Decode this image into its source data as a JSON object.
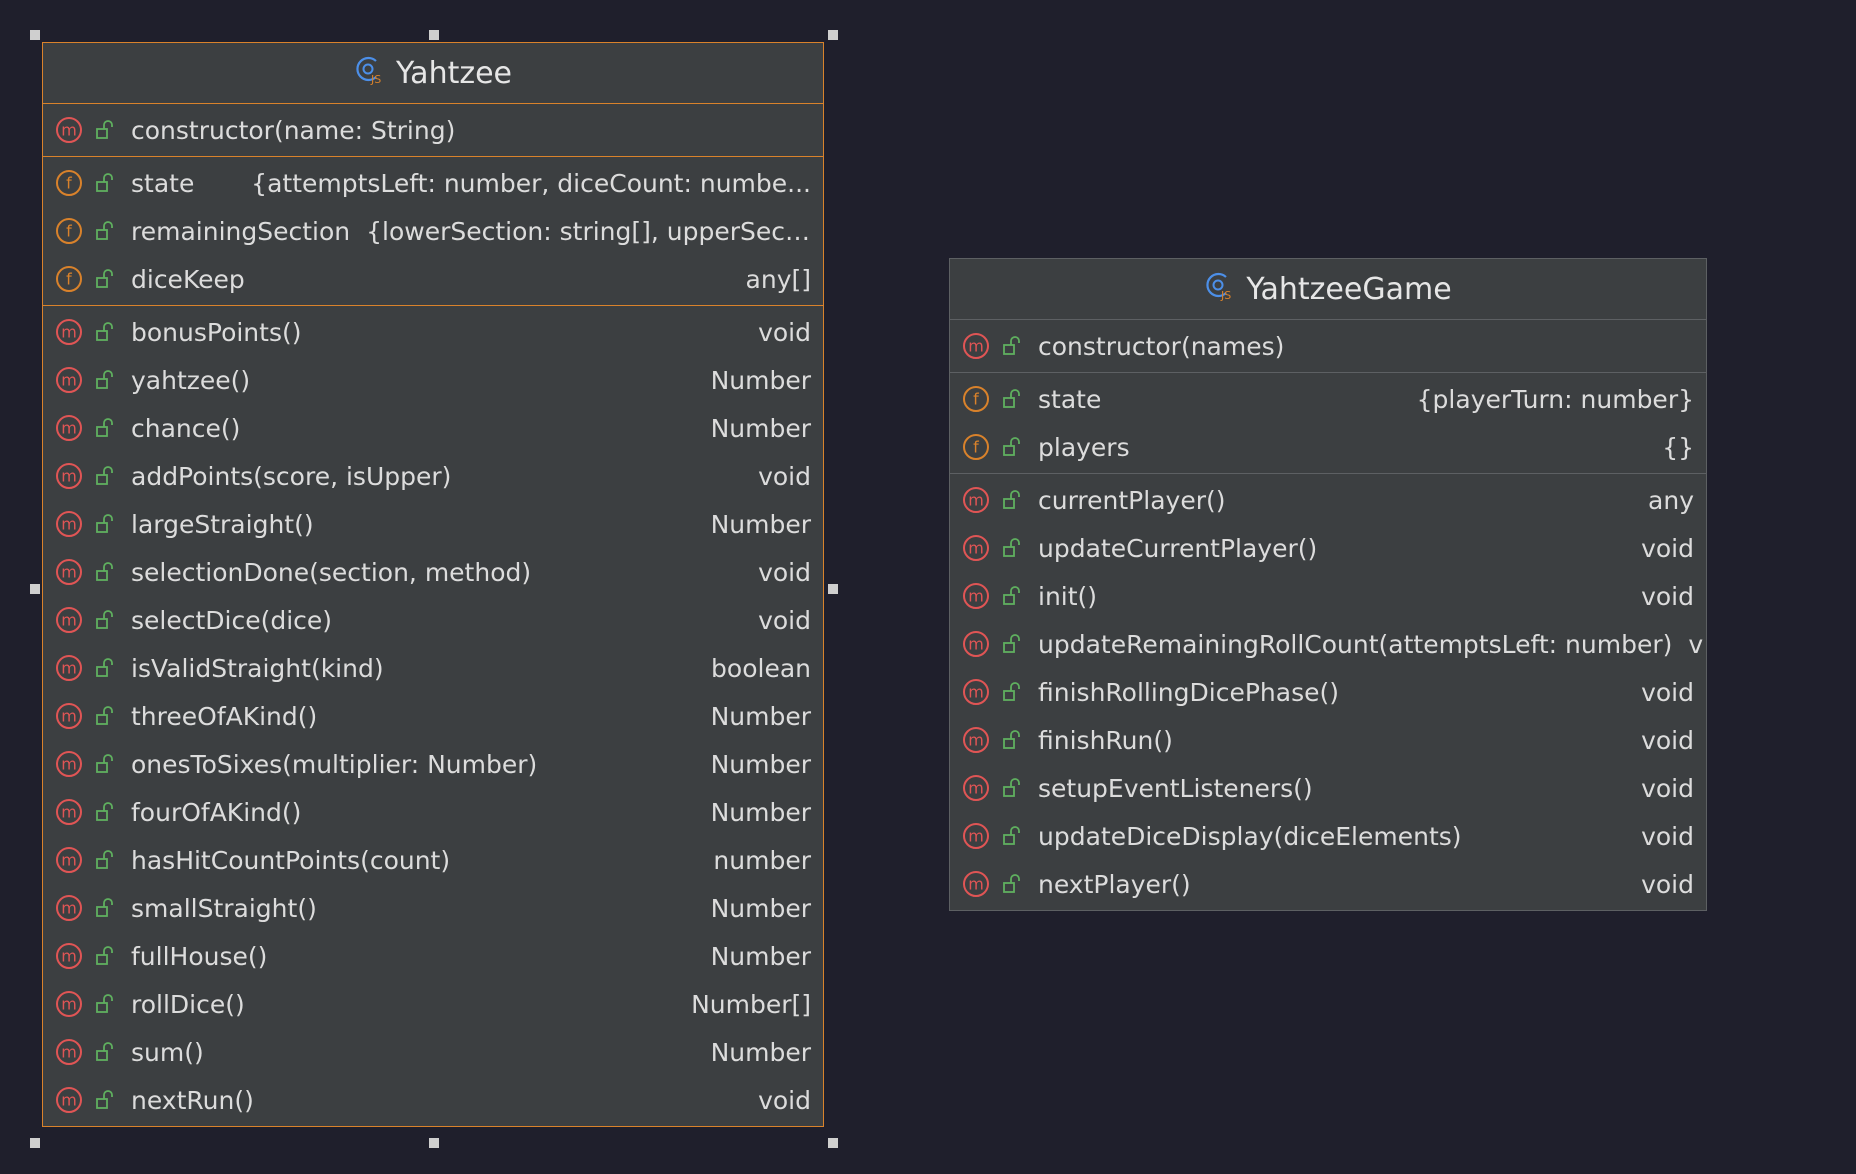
{
  "colors": {
    "background": "#1f1f2c",
    "class_body": "#3c3f41",
    "selected_border": "#d9822b",
    "border": "#5d6063",
    "method_icon": "#e05555",
    "field_icon": "#d9822b",
    "public_icon": "#5fb05f",
    "class_icon": "#4c8fe8"
  },
  "classes": [
    {
      "name": "Yahtzee",
      "icon": "js-class-icon",
      "constructors": [
        {
          "name": "constructor(name: String)",
          "type": ""
        }
      ],
      "fields": [
        {
          "name": "state",
          "type": "{attemptsLeft: number, diceCount: numbe..."
        },
        {
          "name": "remainingSection",
          "type": "{lowerSection: string[], upperSection: ..."
        },
        {
          "name": "diceKeep",
          "type": "any[]"
        }
      ],
      "methods": [
        {
          "name": "bonusPoints()",
          "type": "void"
        },
        {
          "name": "yahtzee()",
          "type": "Number"
        },
        {
          "name": "chance()",
          "type": "Number"
        },
        {
          "name": "addPoints(score, isUpper)",
          "type": "void"
        },
        {
          "name": "largeStraight()",
          "type": "Number"
        },
        {
          "name": "selectionDone(section, method)",
          "type": "void"
        },
        {
          "name": "selectDice(dice)",
          "type": "void"
        },
        {
          "name": "isValidStraight(kind)",
          "type": "boolean"
        },
        {
          "name": "threeOfAKind()",
          "type": "Number"
        },
        {
          "name": "onesToSixes(multiplier: Number)",
          "type": "Number"
        },
        {
          "name": "fourOfAKind()",
          "type": "Number"
        },
        {
          "name": "hasHitCountPoints(count)",
          "type": "number"
        },
        {
          "name": "smallStraight()",
          "type": "Number"
        },
        {
          "name": "fullHouse()",
          "type": "Number"
        },
        {
          "name": "rollDice()",
          "type": "Number[]"
        },
        {
          "name": "sum()",
          "type": "Number"
        },
        {
          "name": "nextRun()",
          "type": "void"
        }
      ]
    },
    {
      "name": "YahtzeeGame",
      "icon": "js-class-icon",
      "constructors": [
        {
          "name": "constructor(names)",
          "type": ""
        }
      ],
      "fields": [
        {
          "name": "state",
          "type": "{playerTurn: number}"
        },
        {
          "name": "players",
          "type": "{}"
        }
      ],
      "methods": [
        {
          "name": "currentPlayer()",
          "type": "any"
        },
        {
          "name": "updateCurrentPlayer()",
          "type": "void"
        },
        {
          "name": "init()",
          "type": "void"
        },
        {
          "name": "updateRemainingRollCount(attemptsLeft: number)",
          "type": "void"
        },
        {
          "name": "finishRollingDicePhase()",
          "type": "void"
        },
        {
          "name": "finishRun()",
          "type": "void"
        },
        {
          "name": "setupEventListeners()",
          "type": "void"
        },
        {
          "name": "updateDiceDisplay(diceElements)",
          "type": "void"
        },
        {
          "name": "nextPlayer()",
          "type": "void"
        }
      ]
    }
  ]
}
